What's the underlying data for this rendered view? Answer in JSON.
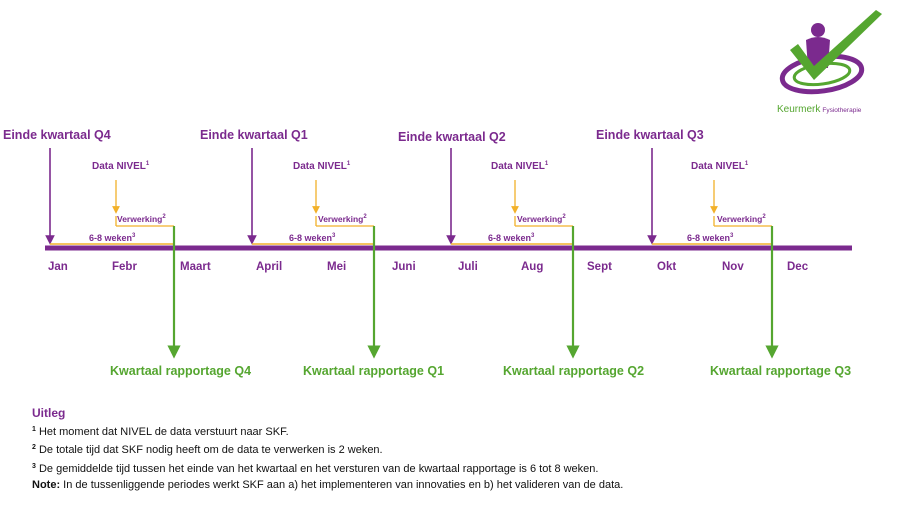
{
  "logo": {
    "brand": "Keurmerk",
    "sub": "Fysiotherapie"
  },
  "colors": {
    "purple": "#7b2a8e",
    "green": "#55a630",
    "orange": "#f2b12a"
  },
  "timeline": {
    "months": [
      "Jan",
      "Febr",
      "Maart",
      "April",
      "Mei",
      "Juni",
      "Juli",
      "Aug",
      "Sept",
      "Okt",
      "Nov",
      "Dec"
    ],
    "quarters": [
      {
        "end_label": "Einde kwartaal Q4",
        "nivel_label": "Data NIVEL",
        "nivel_sup": "1",
        "processing_label": "Verwerking",
        "processing_sup": "2",
        "weeks_label": "6-8 weken",
        "weeks_sup": "3",
        "report_label": "Kwartaal rapportage Q4"
      },
      {
        "end_label": "Einde kwartaal Q1",
        "nivel_label": "Data NIVEL",
        "nivel_sup": "1",
        "processing_label": "Verwerking",
        "processing_sup": "2",
        "weeks_label": "6-8 weken",
        "weeks_sup": "3",
        "report_label": "Kwartaal rapportage Q1"
      },
      {
        "end_label": "Einde kwartaal Q2",
        "nivel_label": "Data NIVEL",
        "nivel_sup": "1",
        "processing_label": "Verwerking",
        "processing_sup": "2",
        "weeks_label": "6-8 weken",
        "weeks_sup": "3",
        "report_label": "Kwartaal rapportage Q2"
      },
      {
        "end_label": "Einde kwartaal Q3",
        "nivel_label": "Data NIVEL",
        "nivel_sup": "1",
        "processing_label": "Verwerking",
        "processing_sup": "2",
        "weeks_label": "6-8 weken",
        "weeks_sup": "3",
        "report_label": "Kwartaal rapportage Q3"
      }
    ]
  },
  "legend": {
    "title": "Uitleg",
    "items": [
      {
        "sup": "1",
        "text": "Het moment dat NIVEL de data verstuurt naar SKF."
      },
      {
        "sup": "2",
        "text": "De totale tijd dat SKF nodig heeft om de data te verwerken is 2 weken."
      },
      {
        "sup": "3",
        "text": "De gemiddelde tijd tussen het einde van het kwartaal en het versturen van de kwartaal rapportage is 6 tot 8 weken."
      }
    ],
    "note_label": "Note:",
    "note_text": "In de tussenliggende periodes werkt SKF aan a) het implementeren van innovaties en b) het valideren van de data."
  }
}
